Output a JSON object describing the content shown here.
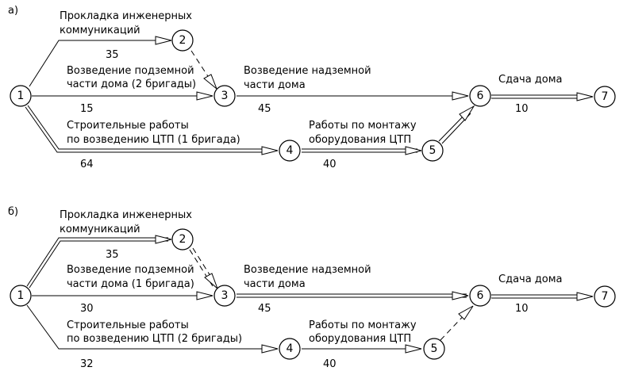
{
  "panels": [
    {
      "marker": "а)",
      "nodes": [
        "1",
        "2",
        "3",
        "4",
        "5",
        "6",
        "7"
      ],
      "activities": {
        "a12": {
          "label": [
            "Прокладка инженерных",
            "коммуникаций"
          ],
          "duration": "35"
        },
        "a13": {
          "label": [
            "Возведение подземной",
            "части дома (2 бригады)"
          ],
          "duration": "15"
        },
        "a14": {
          "label": [
            "Строительные работы",
            "по возведению ЦТП (1 бригада)"
          ],
          "duration": "64"
        },
        "a36": {
          "label": [
            "Возведение надземной",
            "части дома"
          ],
          "duration": "45"
        },
        "a45": {
          "label": [
            "Работы по монтажу",
            "оборудования ЦТП"
          ],
          "duration": "40"
        },
        "a67": {
          "label": [
            "Сдача дома"
          ],
          "duration": "10"
        }
      }
    },
    {
      "marker": "б)",
      "nodes": [
        "1",
        "2",
        "3",
        "4",
        "5",
        "6",
        "7"
      ],
      "activities": {
        "a12": {
          "label": [
            "Прокладка инженерных",
            "коммуникаций"
          ],
          "duration": "35"
        },
        "a13": {
          "label": [
            "Возведение подземной",
            "части дома (1 бригада)"
          ],
          "duration": "30"
        },
        "a14": {
          "label": [
            "Строительные работы",
            "по возведению ЦТП (2 бригады)"
          ],
          "duration": "32"
        },
        "a36": {
          "label": [
            "Возведение надземной",
            "части дома"
          ],
          "duration": "45"
        },
        "a45": {
          "label": [
            "Работы по монтажу",
            "оборудования ЦТП"
          ],
          "duration": "40"
        },
        "a67": {
          "label": [
            "Сдача дома"
          ],
          "duration": "10"
        }
      }
    }
  ]
}
